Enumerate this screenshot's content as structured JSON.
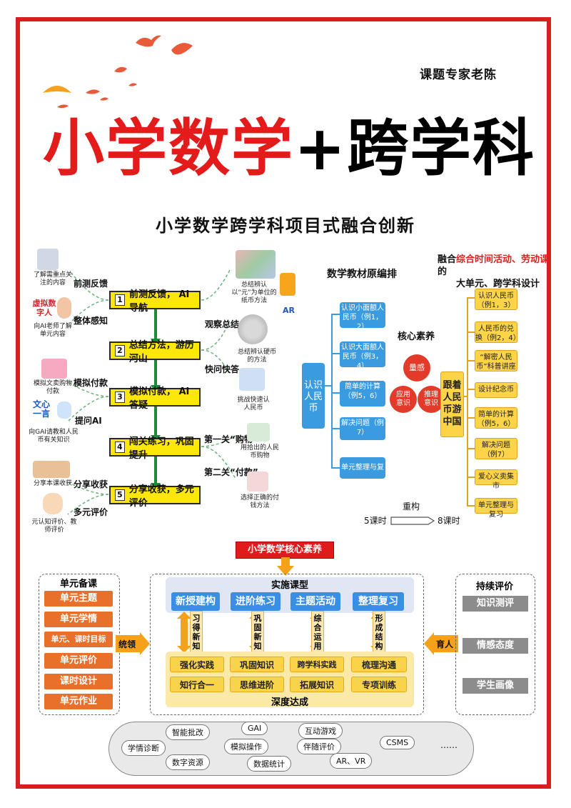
{
  "author": "课题专家老陈",
  "title": {
    "part1": "小学数学",
    "part2": "+跨学科"
  },
  "subtitle": "小学数学跨学科项目式融合创新",
  "flow": {
    "steps": [
      {
        "num": "1",
        "label": "前测反馈， AI 导航"
      },
      {
        "num": "2",
        "label": "总结方法，游历河山"
      },
      {
        "num": "3",
        "label": "模拟付款， AI 答疑"
      },
      {
        "num": "4",
        "label": "闯关练习，巩固提升"
      },
      {
        "num": "5",
        "label": "分享收获，多元评价"
      }
    ],
    "left_labels": [
      "前测反馈",
      "整体感知",
      "模拟付款",
      "提问AI",
      "分享收获",
      "多元评价"
    ],
    "left_notes": [
      "了解需重点关注的内容",
      "虚拟数字人",
      "向AI老师了解单元内容",
      "模拟文卖购物付款",
      "文心一言",
      "向GAI请教和人民币有关知识",
      "分享本课收获",
      "元认知评价、教师评价"
    ],
    "right_labels": [
      "观察总结",
      "快问快答",
      "第一关“购物”",
      "第二关“付款”"
    ],
    "right_notes": [
      "总结辨认以“元”为单位的纸币方法",
      "AR",
      "总结辨认硬币的方法",
      "挑战快速认人民币",
      "用拾出的人民币购物",
      "选择正确的付钱方法"
    ]
  },
  "textbook": {
    "heading": "数学教材原编排",
    "root": "认识人民币",
    "items": [
      "认识小面额人民币（例1，2）",
      "认识大面额人民币（例3，4）",
      "简单的计算（例5，6）",
      "解决问题（例7）",
      "单元整理与复习"
    ],
    "core_title": "核心素养",
    "core_circles": [
      "量感",
      "应用意识",
      "推理意识"
    ],
    "restructure_label": "重构",
    "hours_before": "5课时",
    "hours_after": "8课时"
  },
  "redesign": {
    "heading_pre": "融合",
    "heading_red": "综合时间活动、劳动课",
    "heading_post": "的",
    "heading_line2": "大单元、跨学科设计",
    "root": "跟着人民币游中国",
    "items": [
      "认识人民币（例1，3）",
      "人民币的兑换（例2，4）",
      "“解密人民币”科普讲座",
      "设计纪念币",
      "简单的计算（例5，6）",
      "解决问题（例7）",
      "爱心义卖集市",
      "单元整理与复习"
    ]
  },
  "bottom": {
    "banner": "小学数学核心素养",
    "left_title": "单元备课",
    "left_items": [
      "单元主题",
      "单元学情",
      "单元、课时目标",
      "单元评价",
      "课时设计",
      "单元作业"
    ],
    "tongling": "统领",
    "center_title": "实施课型",
    "course_types": [
      "新授建构",
      "进阶练习",
      "主题活动",
      "整理复习"
    ],
    "vertical_labels": [
      "习得新知",
      "巩固新知",
      "综合运用",
      "形成结构"
    ],
    "depth_items": [
      "强化实践",
      "巩固知识",
      "跨学科实践",
      "梳理沟通",
      "知行合一",
      "思维进阶",
      "拓展知识",
      "专项训练"
    ],
    "depth_title": "深度达成",
    "yuren": "育人",
    "right_title": "持续评价",
    "right_items": [
      "知识测评",
      "情感态度",
      "学生画像"
    ],
    "tools": [
      "智能批改",
      "GAI",
      "互动游戏",
      "学情诊断",
      "模拟操作",
      "伴随评价",
      "CSMS",
      "……",
      "数字资源",
      "数据统计",
      "AR、VR"
    ]
  }
}
